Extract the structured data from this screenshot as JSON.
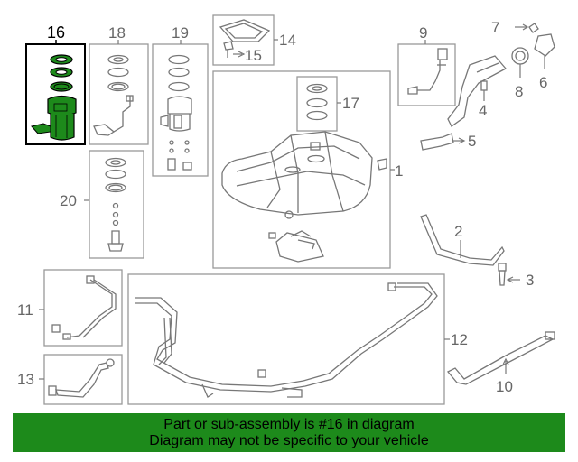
{
  "callouts": {
    "c1": "1",
    "c2": "2",
    "c3": "3",
    "c4": "4",
    "c5": "5",
    "c6": "6",
    "c7": "7",
    "c8": "8",
    "c9": "9",
    "c10": "10",
    "c11": "11",
    "c12": "12",
    "c13": "13",
    "c14": "14",
    "c15": "15",
    "c16": "16",
    "c17": "17",
    "c18": "18",
    "c19": "19",
    "c20": "20"
  },
  "highlight_color": "#1d8a1b",
  "banner": {
    "line1": "Part or sub-assembly is #16 in diagram",
    "line2": "Diagram may not be specific to your vehicle"
  }
}
